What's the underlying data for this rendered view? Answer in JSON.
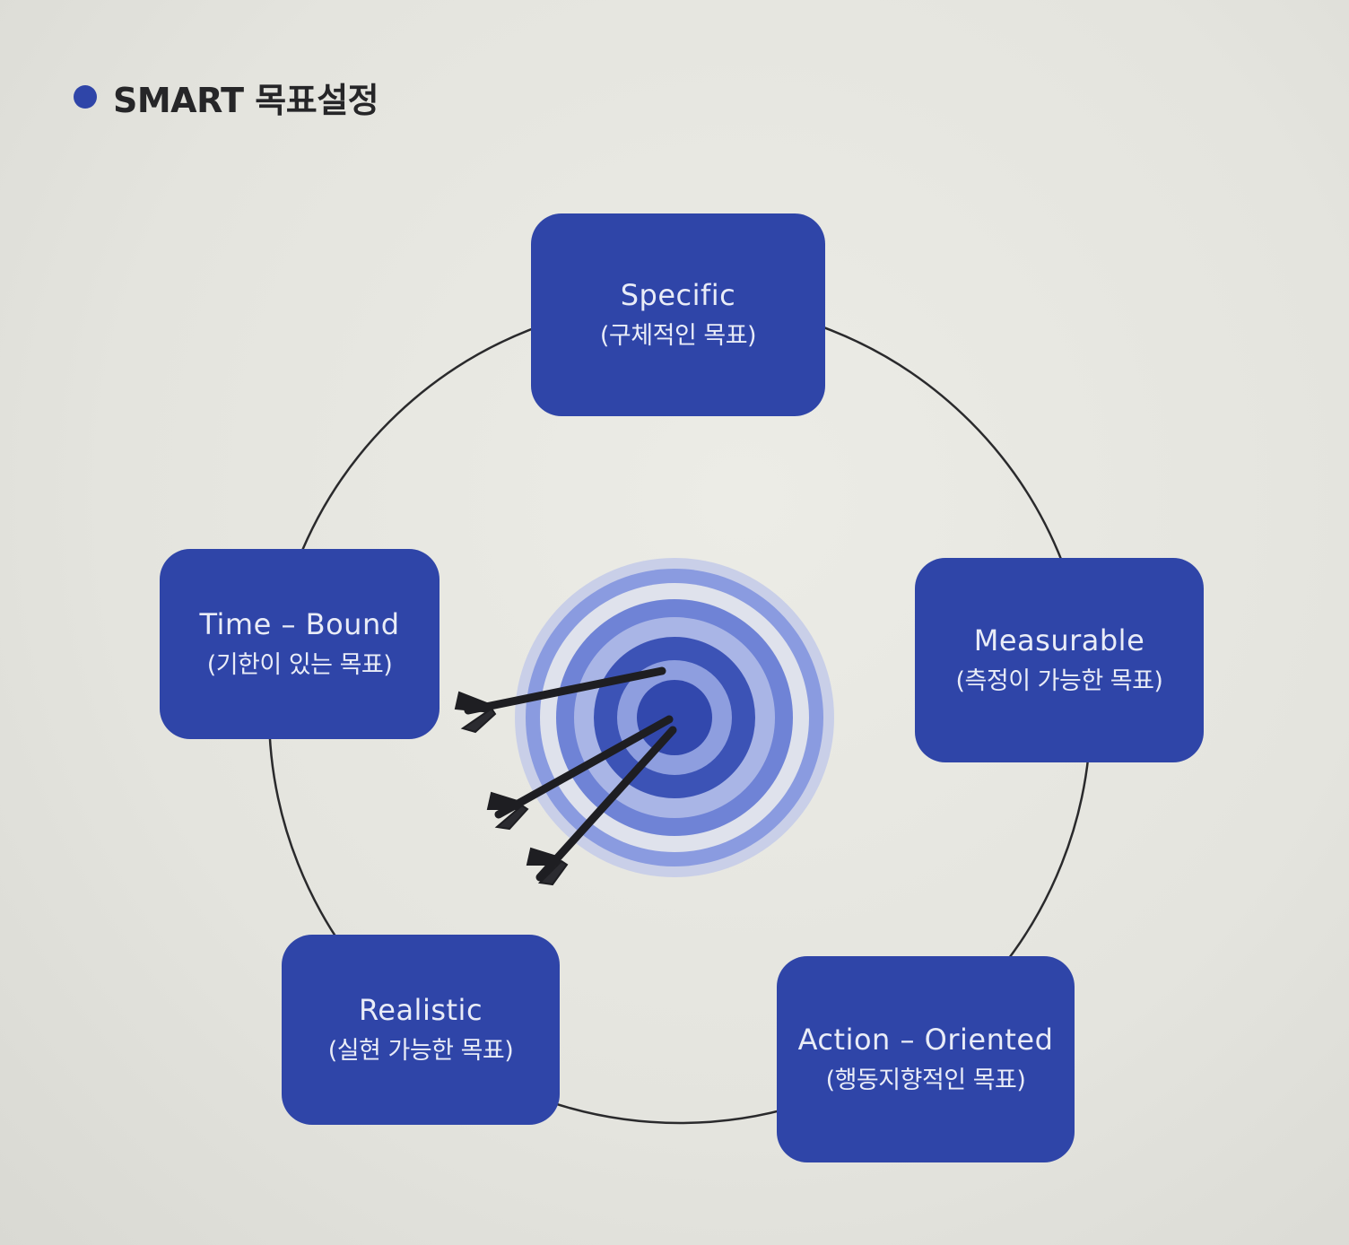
{
  "heading": {
    "title": "SMART 목표설정"
  },
  "nodes": {
    "specific": {
      "en": "Specific",
      "ko": "(구체적인 목표)"
    },
    "measurable": {
      "en": "Measurable",
      "ko": "(측정이 가능한 목표)"
    },
    "time_bound": {
      "en": "Time – Bound",
      "ko": "(기한이 있는 목표)"
    },
    "realistic": {
      "en": "Realistic",
      "ko": "(실현 가능한 목표)"
    },
    "action_oriented": {
      "en": "Action – Oriented",
      "ko": "(행동지향적인 목표)"
    }
  },
  "colors": {
    "node_fill": "#2f45a8",
    "ring_light": "#8a9be0",
    "ring_mid": "#5f74cf",
    "arrow": "#1e1e22",
    "circle_line": "#2a2a2c"
  },
  "icons": {
    "target": "target-icon",
    "arrows": "dart-arrow-icon"
  }
}
